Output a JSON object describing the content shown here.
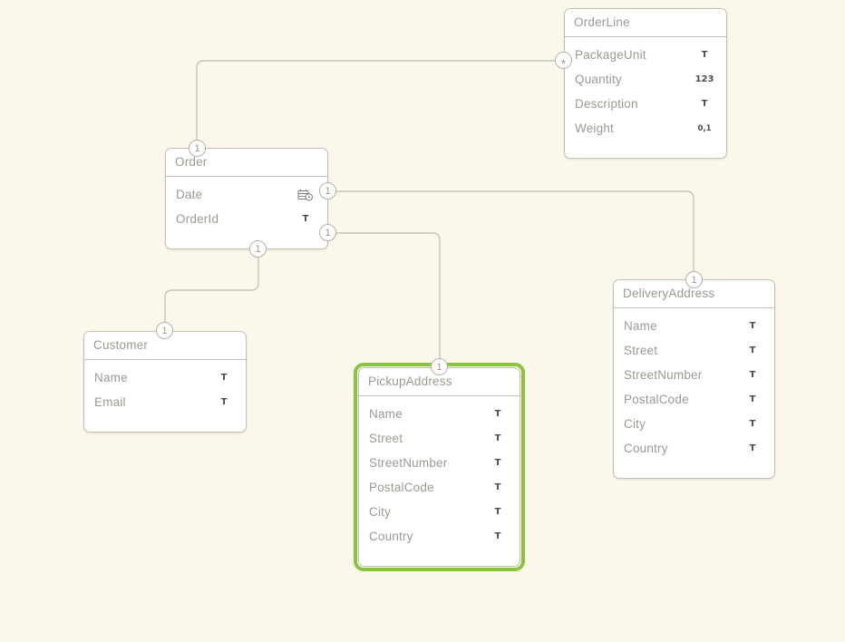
{
  "colors": {
    "background": "#fbf7ea",
    "entity_fill": "#ffffff",
    "entity_border": "#c3c1b6",
    "muted_text": "#9b9a91",
    "type_text": "#4b4c52",
    "wire": "#c6c3b8",
    "selection_green": "#8ac43f"
  },
  "entities": [
    {
      "name": "OrderLine",
      "selected": false,
      "fields": [
        {
          "name": "PackageUnit",
          "type_label": "T"
        },
        {
          "name": "Quantity",
          "type_label": "123"
        },
        {
          "name": "Description",
          "type_label": "T"
        },
        {
          "name": "Weight",
          "type_label": "0,1"
        }
      ]
    },
    {
      "name": "Order",
      "selected": false,
      "fields": [
        {
          "name": "Date",
          "type_icon": "calendar-clock-icon"
        },
        {
          "name": "OrderId",
          "type_label": "T"
        }
      ]
    },
    {
      "name": "Customer",
      "selected": false,
      "fields": [
        {
          "name": "Name",
          "type_label": "T"
        },
        {
          "name": "Email",
          "type_label": "T"
        }
      ]
    },
    {
      "name": "PickupAddress",
      "selected": true,
      "fields": [
        {
          "name": "Name",
          "type_label": "T"
        },
        {
          "name": "Street",
          "type_label": "T"
        },
        {
          "name": "StreetNumber",
          "type_label": "T"
        },
        {
          "name": "PostalCode",
          "type_label": "T"
        },
        {
          "name": "City",
          "type_label": "T"
        },
        {
          "name": "Country",
          "type_label": "T"
        }
      ]
    },
    {
      "name": "DeliveryAddress",
      "selected": false,
      "fields": [
        {
          "name": "Name",
          "type_label": "T"
        },
        {
          "name": "Street",
          "type_label": "T"
        },
        {
          "name": "StreetNumber",
          "type_label": "T"
        },
        {
          "name": "PostalCode",
          "type_label": "T"
        },
        {
          "name": "City",
          "type_label": "T"
        },
        {
          "name": "Country",
          "type_label": "T"
        }
      ]
    }
  ],
  "connections": [
    {
      "from": "Order",
      "to": "OrderLine",
      "from_cardinality": "1",
      "to_cardinality": "*"
    },
    {
      "from": "Order",
      "to": "DeliveryAddress",
      "from_cardinality": "1",
      "to_cardinality": "1"
    },
    {
      "from": "Order",
      "to": "PickupAddress",
      "from_cardinality": "1",
      "to_cardinality": "1"
    },
    {
      "from": "Order",
      "to": "Customer",
      "from_cardinality": "1",
      "to_cardinality": "1"
    }
  ]
}
